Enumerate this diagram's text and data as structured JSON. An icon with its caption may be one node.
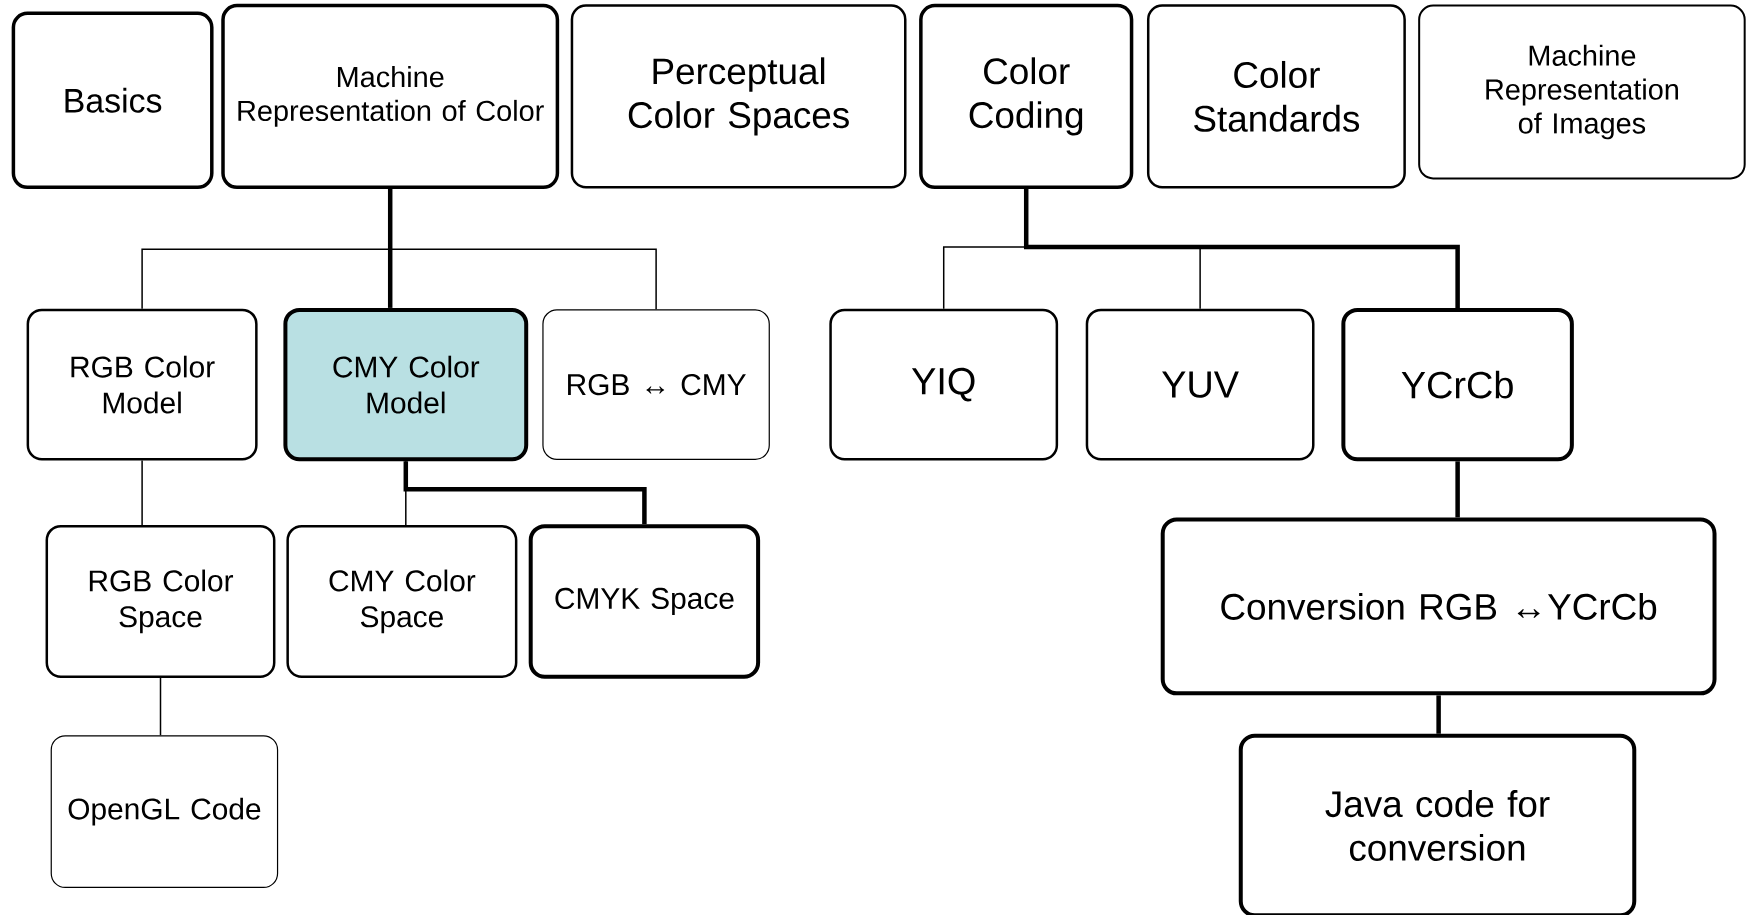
{
  "diagram": {
    "nodes": [
      {
        "text": [
          "Basics"
        ]
      },
      {
        "text": [
          "Machine Representation of Color"
        ]
      },
      {
        "text": [
          "Perceptual Color Spaces"
        ]
      },
      {
        "text": [
          "Color Coding"
        ]
      },
      {
        "text": [
          "Color Standards"
        ]
      },
      {
        "text": [
          "Machine Representation of Images"
        ]
      },
      {
        "text": [
          "RGB Color Model"
        ]
      },
      {
        "text": [
          "CMY Color Model"
        ]
      },
      {
        "text": [
          "RGB ↔ CMY"
        ]
      },
      {
        "text": [
          "YIQ"
        ]
      },
      {
        "text": [
          "YUV"
        ]
      },
      {
        "text": [
          "YCrCb"
        ]
      },
      {
        "text": [
          "RGB Color Space"
        ]
      },
      {
        "text": [
          "CMY Color Space"
        ]
      },
      {
        "text": [
          "CMYK Space"
        ]
      },
      {
        "text": [
          "Conversion RGB ↔YCrCb"
        ]
      },
      {
        "text": [
          "OpenGL Code"
        ]
      },
      {
        "text": [
          "Java code for conversion"
        ]
      }
    ],
    "edges": [
      {
        "from": 1,
        "to": 6,
        "arrow": "none"
      },
      {
        "from": 1,
        "to": 7,
        "arrow": "none",
        "style": "thick"
      },
      {
        "from": 1,
        "to": 8,
        "arrow": "none"
      },
      {
        "from": 3,
        "to": 9,
        "arrow": "none"
      },
      {
        "from": 3,
        "to": 10,
        "arrow": "none"
      },
      {
        "from": 3,
        "to": 11,
        "arrow": "none",
        "style": "thick"
      },
      {
        "from": 6,
        "to": 12,
        "arrow": "none"
      },
      {
        "from": 7,
        "to": 13,
        "arrow": "none"
      },
      {
        "from": 7,
        "to": 14,
        "arrow": "none",
        "style": "thick"
      },
      {
        "from": 12,
        "to": 16,
        "arrow": "none"
      },
      {
        "from": 11,
        "to": 15,
        "arrow": "none",
        "style": "thick"
      },
      {
        "from": 15,
        "to": 17,
        "arrow": "none",
        "style": "thick"
      }
    ]
  }
}
